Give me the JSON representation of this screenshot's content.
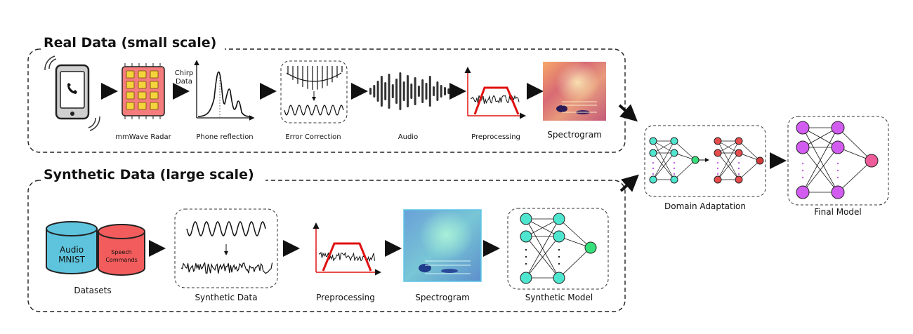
{
  "real": {
    "title": "Real Data (small scale)",
    "labels": {
      "radar": "mmWave Radar",
      "chirp_line1": "Chirp",
      "chirp_line2": "Data",
      "reflection": "Phone reflection",
      "error": "Error Correction",
      "audio": "Audio",
      "pre": "Preprocessing",
      "spec": "Spectrogram"
    }
  },
  "synthetic": {
    "title": "Synthetic Data (large scale)",
    "labels": {
      "datasets": "Datasets",
      "audio_line1": "Audio",
      "audio_line2": "MNIST",
      "speech_line1": "Speech",
      "speech_line2": "Commands",
      "synthetic_data": "Synthetic Data",
      "pre": "Preprocessing",
      "spec": "Spectrogram",
      "model": "Synthetic Model"
    }
  },
  "domain_adaptation": {
    "label": "Domain Adaptation"
  },
  "final_model": {
    "label": "Final Model"
  },
  "colors": {
    "radar_fill": "#f47c7c",
    "radar_chip": "#f5d33c",
    "cyl_blue": "#5ec4dd",
    "cyl_red": "#f25c5c",
    "node_teal": "#4fe6cf",
    "node_green": "#35e07a",
    "node_red": "#e64c4c",
    "node_purple": "#d35cf0",
    "node_pink": "#ef5c9a",
    "pre_red": "#e01010"
  }
}
